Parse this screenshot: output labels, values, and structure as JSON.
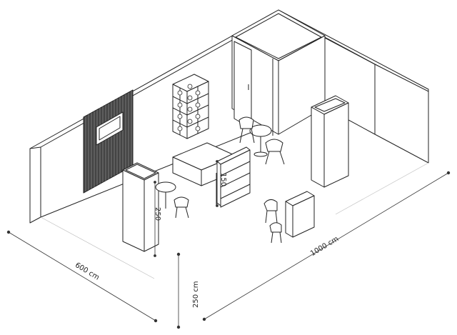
{
  "dimensions": {
    "width": "600 cm",
    "length": "1000 cm",
    "height": "250 cm",
    "column_height": "250",
    "counter_height": "150"
  },
  "colors": {
    "line": "#222222",
    "panel": "#ffffff",
    "slat": "#333333",
    "shade": "#eeeeee"
  }
}
